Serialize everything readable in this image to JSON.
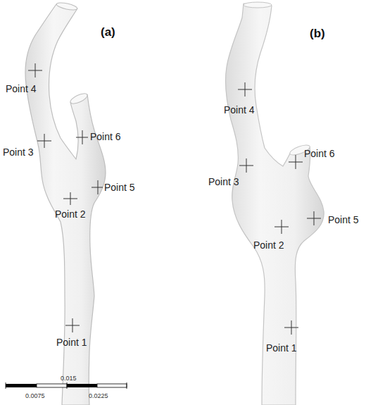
{
  "diagram": {
    "labels": [
      "(a)",
      "Point 4",
      "Point 3",
      "Point 6",
      "Point 5",
      "Point 2",
      "Point 1",
      "0.015",
      "0.0075",
      "0.0225",
      "(b)",
      "Point 4",
      "Point 6",
      "Point 3",
      "Point 2",
      "Point 5",
      "Point 1"
    ]
  }
}
